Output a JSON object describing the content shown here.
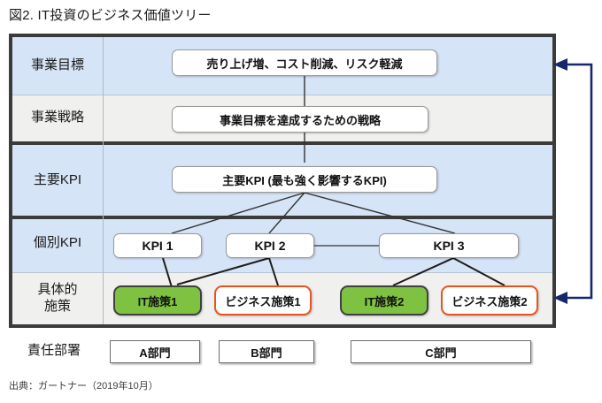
{
  "figure": {
    "title": "図2. IT投資のビジネス価値ツリー",
    "source_note": "出典：ガートナー（2019年10月）"
  },
  "colors": {
    "row_blue": "#d6e4f7",
    "row_gray": "#f0f0ef",
    "frame_border": "#3b3b3b",
    "it_measure_green": "#7fc140",
    "business_measure_orange": "#e8541f",
    "feedback_arrow_navy": "#16276e"
  },
  "tiers": [
    {
      "label": "事業目標",
      "band": "blue"
    },
    {
      "label": "事業戦略",
      "band": "gray"
    },
    {
      "label": "主要KPI",
      "band": "blue"
    },
    {
      "label": "個別KPI",
      "band": "blue"
    },
    {
      "label_line1": "具体的",
      "label_line2": "施策",
      "band": "gray"
    }
  ],
  "nodes": {
    "business_goal": "売り上げ増、コスト削減、リスク軽減",
    "business_strategy": "事業目標を達成するための戦略",
    "key_kpi": "主要KPI (最も強く影響するKPI)",
    "individual_kpis": [
      "KPI 1",
      "KPI 2",
      "KPI 3"
    ],
    "measures": [
      {
        "label": "IT施策1",
        "type": "it"
      },
      {
        "label": "ビジネス施策1",
        "type": "business"
      },
      {
        "label": "IT施策2",
        "type": "it"
      },
      {
        "label": "ビジネス施策2",
        "type": "business"
      }
    ]
  },
  "departments": {
    "label": "責任部署",
    "items": [
      "A部門",
      "B部門",
      "C部門"
    ]
  }
}
